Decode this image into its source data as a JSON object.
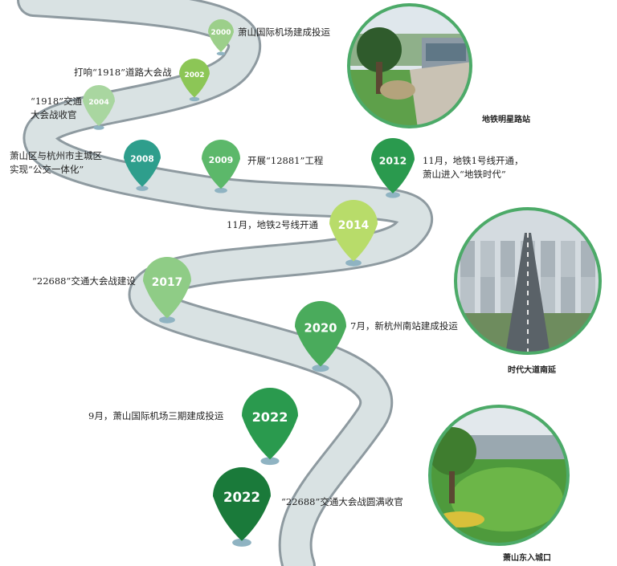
{
  "colors": {
    "road": "#d9e2e3",
    "road_edge": "#8e9aa0",
    "photo_ring": "#4caa68",
    "pin_light": "#9ccf8a",
    "pin_mid": "#4aab5c",
    "pin_teal": "#2e9e8c",
    "pin_dark": "#1a7a3a",
    "pin_lime": "#b8dc6a"
  },
  "milestones": [
    {
      "year": "2000",
      "text": "萧山国际机场建成投运",
      "color": "#9ccf8a"
    },
    {
      "year": "2002",
      "text": "打响“1918”道路大会战",
      "color": "#8cc656"
    },
    {
      "year": "2004",
      "text": "“1918”交通\n大会战收官",
      "color": "#a9d6a0"
    },
    {
      "year": "2008",
      "text": "萧山区与杭州市主城区\n实现“公交一体化”",
      "color": "#2e9e8c"
    },
    {
      "year": "2009",
      "text": "开展“12881”工程",
      "color": "#5cb86a"
    },
    {
      "year": "2012",
      "text": "11月，地铁1号线开通，\n萧山进入“地铁时代”",
      "color": "#2a9a4e"
    },
    {
      "year": "2014",
      "text": "11月，地铁2号线开通",
      "color": "#b8dc6a"
    },
    {
      "year": "2017",
      "text": "“22688”交通大会战建设",
      "color": "#8fcc86"
    },
    {
      "year": "2020",
      "text": "7月，新杭州南站建成投运",
      "color": "#4aab5c"
    },
    {
      "year": "2022",
      "text": "9月，萧山国际机场三期建成投运",
      "color": "#2a9a4e"
    },
    {
      "year": "2022",
      "text": "“22688”交通大会战圆满收官",
      "color": "#1a7a3a"
    }
  ],
  "photos": [
    {
      "label": "地铁明星路站",
      "icon": "metro-station-photo"
    },
    {
      "label": "时代大道南延",
      "icon": "elevated-road-photo"
    },
    {
      "label": "萧山东入城口",
      "icon": "city-entrance-park-photo"
    }
  ]
}
